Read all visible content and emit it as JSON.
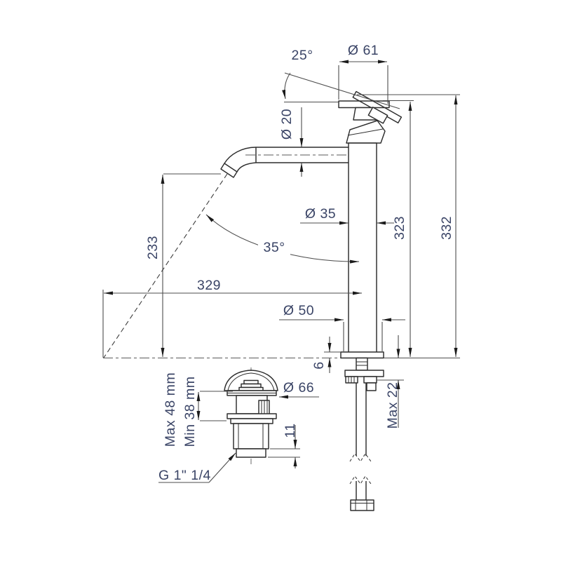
{
  "drawing": {
    "kind": "faucet-dimension-drawing",
    "labels": {
      "handle_angle": "25°",
      "handle_diameter": "Ø 61",
      "spout_diameter": "Ø 20",
      "spout_height": "233",
      "spout_reach": "329",
      "stream_angle": "35°",
      "body_diameter": "Ø 35",
      "height_to_handle": "323",
      "total_height": "332",
      "base_diameter": "Ø 50",
      "base_plate_thickness": "6",
      "max_deck_thickness": "Max 22",
      "waste_cap_diameter": "Ø 66",
      "waste_clamp_max": "Max 48 mm",
      "waste_clamp_min": "Min 38 mm",
      "waste_tail_length": "11",
      "waste_thread": "G 1\" 1/4"
    },
    "colors": {
      "outline": "#2d2d2d",
      "dimension_line": "#4d4d4d",
      "centerline": "#5a5a5a",
      "text": "#3a4466",
      "background": "#ffffff"
    }
  }
}
